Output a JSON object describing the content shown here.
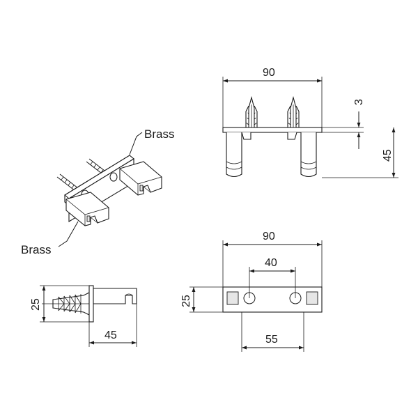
{
  "labels": {
    "material_top": "Brass",
    "material_bottom": "Brass"
  },
  "dimensions": {
    "front_width": "90",
    "front_plate_thickness": "3",
    "front_depth": "45",
    "side_height": "25",
    "side_depth": "45",
    "bottom_width": "90",
    "bottom_hole_spacing": "40",
    "bottom_height": "25",
    "bottom_hook_spacing": "55"
  }
}
